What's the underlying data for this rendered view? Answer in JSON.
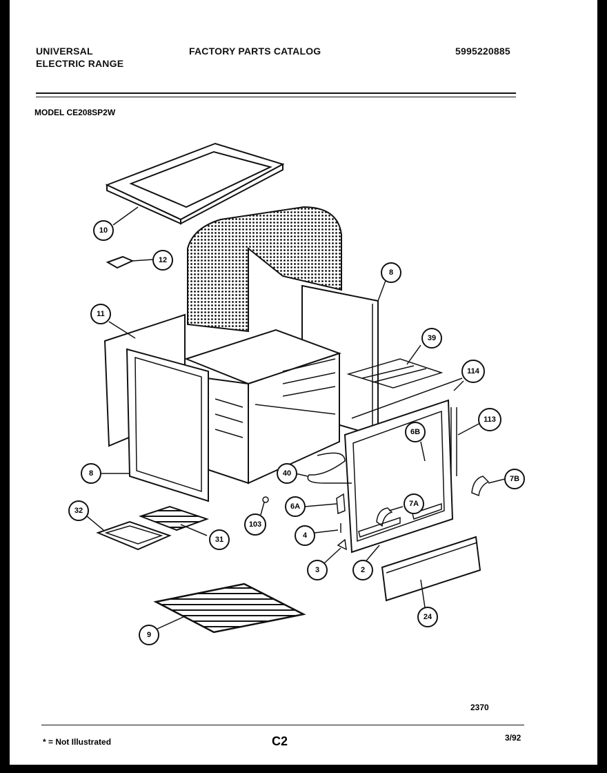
{
  "header": {
    "brand_line1": "UNIVERSAL",
    "brand_line2": "ELECTRIC RANGE",
    "catalog_title": "FACTORY PARTS CATALOG",
    "catalog_number": "5995220885"
  },
  "model_label": "MODEL CE208SP2W",
  "callouts": [
    {
      "id": "c10",
      "label": "10"
    },
    {
      "id": "c12",
      "label": "12"
    },
    {
      "id": "c11",
      "label": "11"
    },
    {
      "id": "c8a",
      "label": "8"
    },
    {
      "id": "c8b",
      "label": "8"
    },
    {
      "id": "c39",
      "label": "39"
    },
    {
      "id": "c114",
      "label": "114"
    },
    {
      "id": "c113",
      "label": "113"
    },
    {
      "id": "c6b",
      "label": "6B"
    },
    {
      "id": "c40",
      "label": "40"
    },
    {
      "id": "c7b",
      "label": "7B"
    },
    {
      "id": "c6a",
      "label": "6A"
    },
    {
      "id": "c7a",
      "label": "7A"
    },
    {
      "id": "c32",
      "label": "32"
    },
    {
      "id": "c103",
      "label": "103"
    },
    {
      "id": "c4",
      "label": "4"
    },
    {
      "id": "c31",
      "label": "31"
    },
    {
      "id": "c3",
      "label": "3"
    },
    {
      "id": "c2",
      "label": "2"
    },
    {
      "id": "c24",
      "label": "24"
    },
    {
      "id": "c9",
      "label": "9"
    }
  ],
  "footer": {
    "illustration_code": "2370",
    "note": "* = Not Illustrated",
    "page_id": "C2",
    "date": "3/92"
  }
}
